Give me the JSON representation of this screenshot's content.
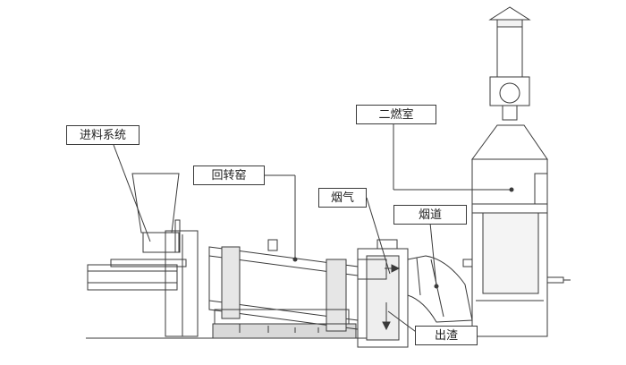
{
  "diagram": {
    "labels": {
      "feed": "进料系统",
      "kiln": "回转窑",
      "smoke": "烟气",
      "flue": "烟道",
      "secondary": "二燃室",
      "slag": "出渣"
    }
  }
}
